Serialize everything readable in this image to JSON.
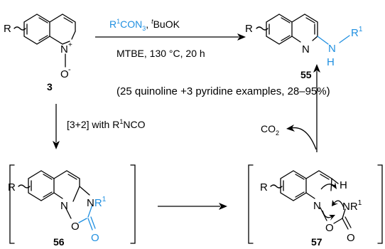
{
  "reaction": {
    "reagent_R": "R",
    "reagent_sup": "1",
    "reagent_azide": "CON",
    "reagent_sub3": "3",
    "reagent_sep": ", ",
    "reagent_t": "t",
    "reagent_base": "BuOK",
    "conditions": "MTBE, 130 °C, 20 h",
    "scope": "(25 quinoline +3 pyridine examples, 28–95%)",
    "step_down_prefix": "[3+2] with R",
    "step_down_sup": "1",
    "step_down_suffix": "NCO",
    "co2_main": "CO",
    "co2_sub": "2"
  },
  "compounds": {
    "c3": {
      "id": "3",
      "R": "R",
      "N": "N",
      "Nplus": "+",
      "O": "O",
      "Ominus": "-"
    },
    "c55": {
      "id": "55",
      "R": "R",
      "N": "N",
      "NH_N": "N",
      "NH_R": "R",
      "NH_sup": "1",
      "NH_H": "H"
    },
    "c56": {
      "id": "56",
      "R": "R",
      "N1": "N",
      "O1": "O",
      "N2": "N",
      "R1": "R",
      "sup": "1",
      "O2": "O"
    },
    "c57": {
      "id": "57",
      "R": "R",
      "N1": "N",
      "O1": "O",
      "N2": "N",
      "R1": "R",
      "sup": "1",
      "O2": "O",
      "H": "H"
    }
  },
  "colors": {
    "accent": "#1f8fe0",
    "ink": "#000000"
  }
}
